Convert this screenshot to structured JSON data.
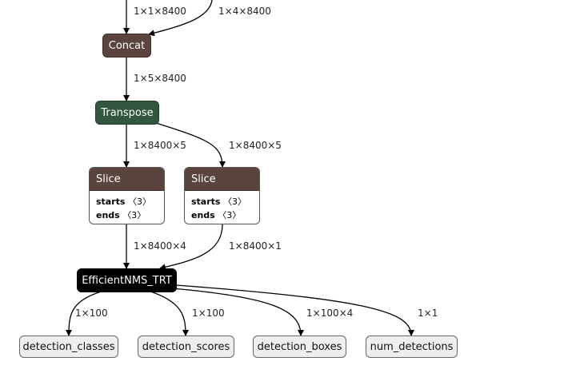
{
  "nodes": {
    "concat": {
      "label": "Concat"
    },
    "transpose": {
      "label": "Transpose"
    },
    "slice1": {
      "label": "Slice",
      "attrs": [
        {
          "name": "starts",
          "value": "〈3〉"
        },
        {
          "name": "ends",
          "value": "〈3〉"
        }
      ]
    },
    "slice2": {
      "label": "Slice",
      "attrs": [
        {
          "name": "starts",
          "value": "〈3〉"
        },
        {
          "name": "ends",
          "value": "〈3〉"
        }
      ]
    },
    "nms": {
      "label": "EfficientNMS_TRT"
    },
    "outputs": [
      {
        "label": "detection_classes"
      },
      {
        "label": "detection_scores"
      },
      {
        "label": "detection_boxes"
      },
      {
        "label": "num_detections"
      }
    ]
  },
  "edges": {
    "in1_concat": "1×1×8400",
    "in2_concat": "1×4×8400",
    "concat_transpose": "1×5×8400",
    "transpose_slice1": "1×8400×5",
    "transpose_slice2": "1×8400×5",
    "slice1_nms": "1×8400×4",
    "slice2_nms": "1×8400×1",
    "nms_classes": "1×100",
    "nms_scores": "1×100",
    "nms_boxes": "1×100×4",
    "nms_num": "1×1"
  },
  "colors": {
    "edge": "#000000",
    "concat": "#5b443e",
    "transpose": "#32573f",
    "nms": "#000000",
    "output": "#eeeeee"
  }
}
